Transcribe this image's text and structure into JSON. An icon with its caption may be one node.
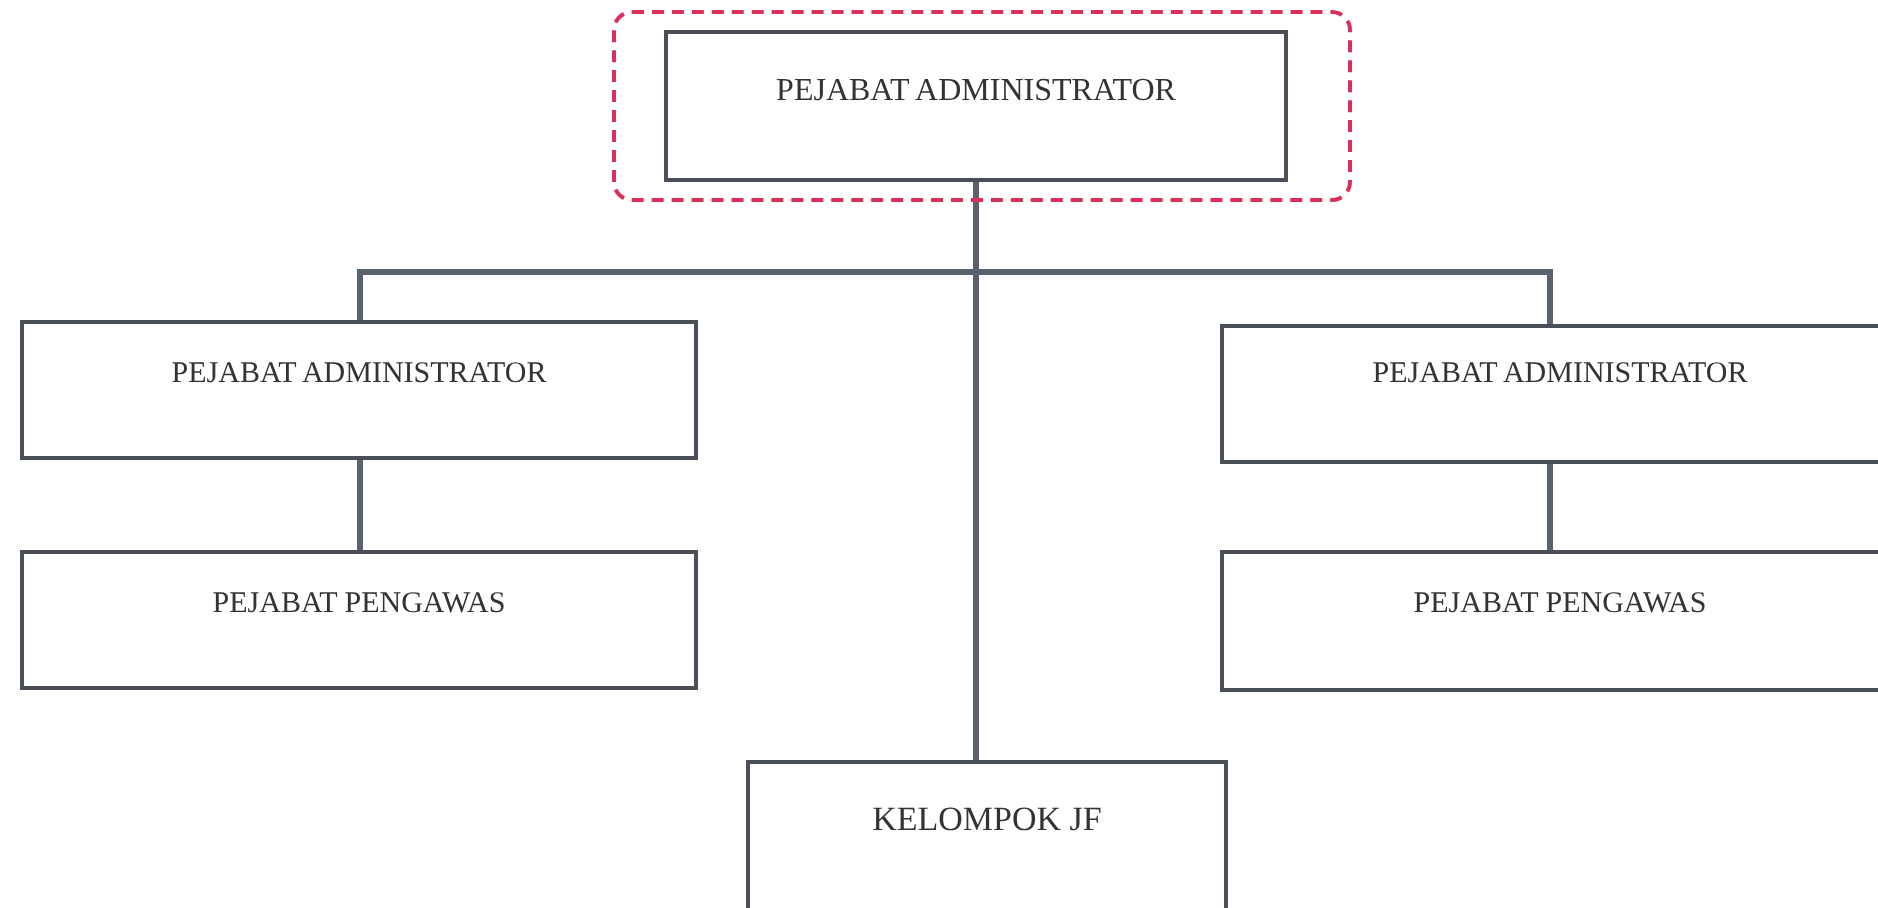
{
  "diagram": {
    "nodes": [
      {
        "text": [],
        "shape": "box"
      },
      {
        "text": [
          "PEJABAT ADMINISTRATOR"
        ],
        "in": 0
      },
      {
        "text": [
          "PEJABAT ADMINISTRATOR"
        ]
      },
      {
        "text": [
          "PEJABAT PENGAWAS"
        ]
      },
      {
        "text": [
          "PEJABAT ADMINISTRATOR"
        ]
      },
      {
        "text": [
          "PEJABAT PENGAWAS"
        ]
      },
      {
        "text": [
          "KELOMPOK JF"
        ]
      }
    ],
    "edges": [
      {
        "from": 1,
        "to": 2,
        "arrow": "none"
      },
      {
        "from": 1,
        "to": 6,
        "arrow": "none"
      },
      {
        "from": 1,
        "to": 4,
        "arrow": "none"
      },
      {
        "from": 2,
        "to": 3,
        "arrow": "none"
      },
      {
        "from": 4,
        "to": 5,
        "arrow": "none"
      }
    ]
  }
}
